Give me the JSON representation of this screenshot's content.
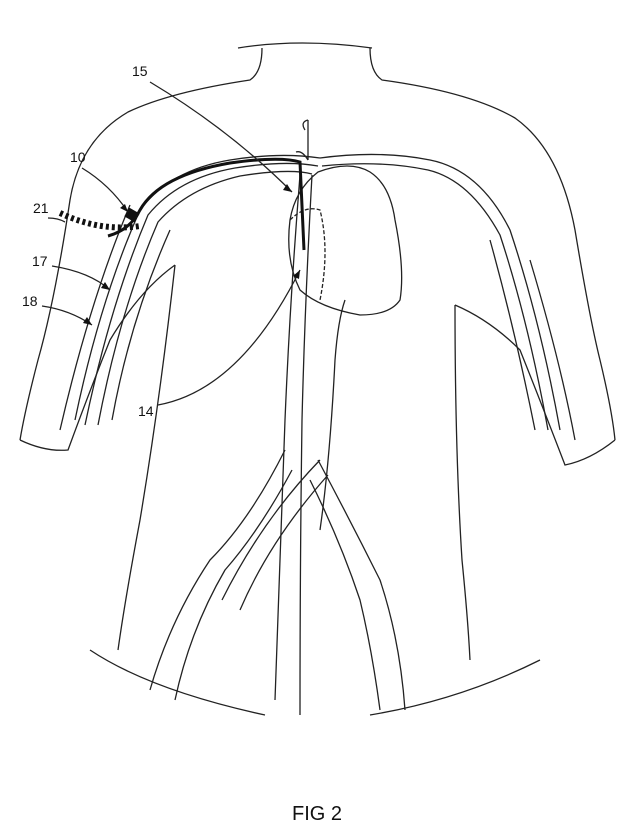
{
  "figure": {
    "caption": "FIG 2",
    "labels": {
      "l15": "15",
      "l10": "10",
      "l21": "21",
      "l17": "17",
      "l18": "18",
      "l14": "14"
    }
  }
}
